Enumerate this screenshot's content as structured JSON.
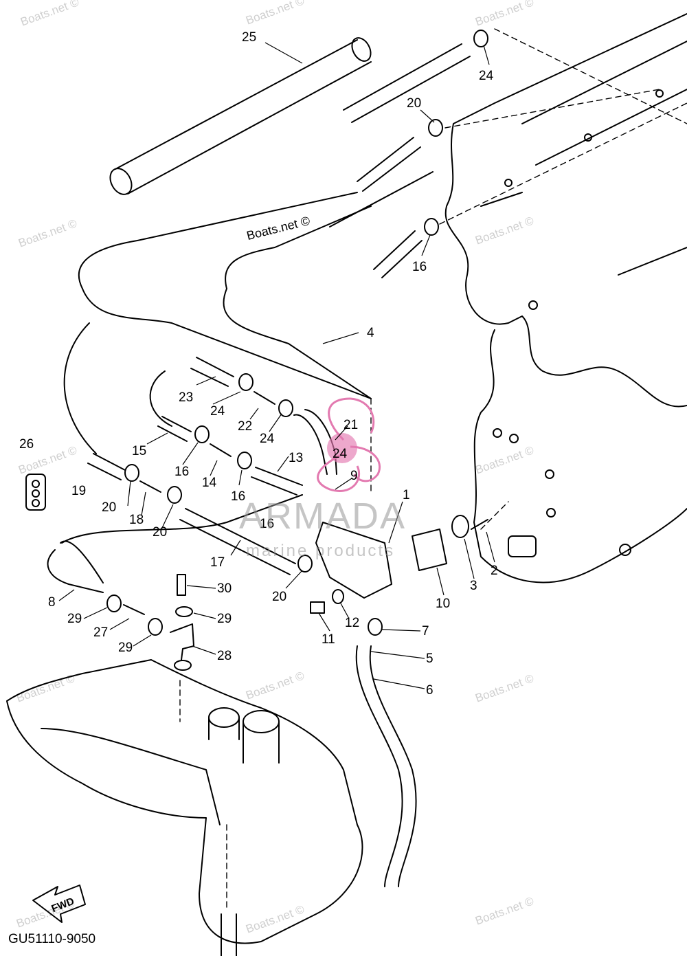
{
  "diagram_code": "GU51110-9050",
  "fwd_label": "FWD",
  "brand": {
    "name": "ARMADA",
    "tagline": "marine products"
  },
  "watermark_text": "Boats.net ©",
  "colors": {
    "line": "#000000",
    "accent_pink": "#e37ab0",
    "watermark": "#cfcfcf"
  },
  "callouts": [
    "1",
    "2",
    "3",
    "4",
    "5",
    "6",
    "7",
    "8",
    "9",
    "10",
    "11",
    "12",
    "13",
    "14",
    "15",
    "16",
    "17",
    "18",
    "19",
    "20",
    "21",
    "22",
    "23",
    "24",
    "25",
    "26",
    "27",
    "28",
    "29",
    "30"
  ]
}
